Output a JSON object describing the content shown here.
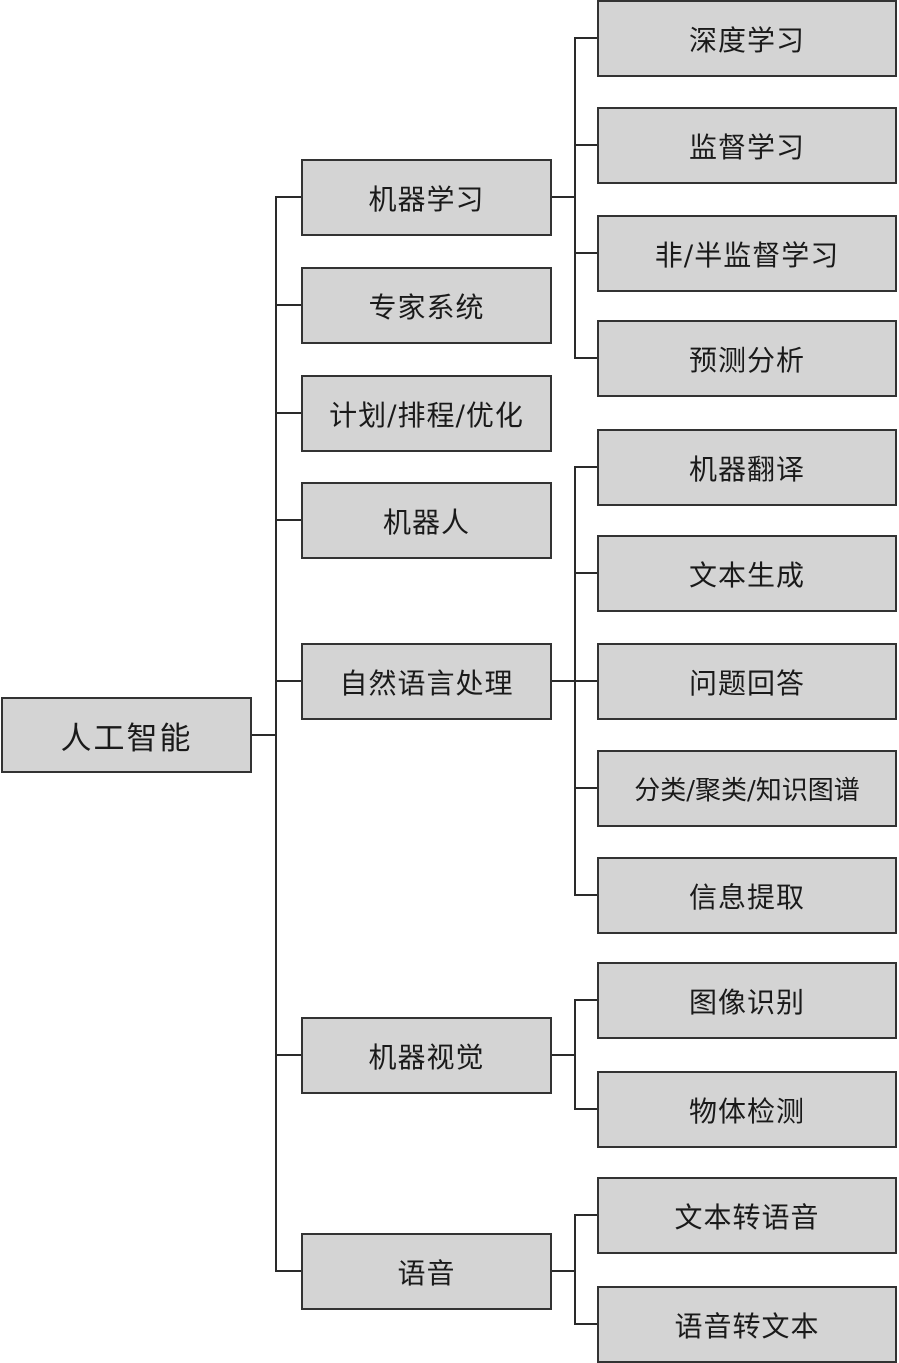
{
  "root": {
    "label": "人工智能",
    "children": [
      {
        "label": "机器学习",
        "children": [
          "深度学习",
          "监督学习",
          "非/半监督学习",
          "预测分析"
        ]
      },
      {
        "label": "专家系统",
        "children": []
      },
      {
        "label": "计划/排程/优化",
        "children": []
      },
      {
        "label": "机器人",
        "children": []
      },
      {
        "label": "自然语言处理",
        "children": [
          "机器翻译",
          "文本生成",
          "问题回答",
          "分类/聚类/知识图谱",
          "信息提取"
        ]
      },
      {
        "label": "机器视觉",
        "children": [
          "图像识别",
          "物体检测"
        ]
      },
      {
        "label": "语音",
        "children": [
          "文本转语音",
          "语音转文本"
        ]
      }
    ]
  }
}
